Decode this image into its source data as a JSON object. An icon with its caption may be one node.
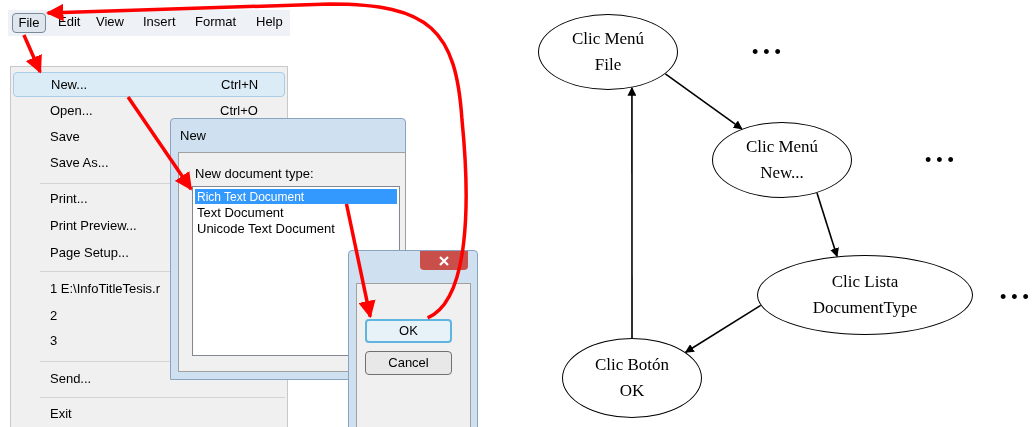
{
  "diagram": {
    "nodes": [
      {
        "text": [
          "File"
        ]
      },
      {
        "text": [
          "New...",
          "Ctrl+N"
        ]
      },
      {
        "text": [
          "Rich Text Document"
        ]
      },
      {
        "text": [
          "OK"
        ]
      },
      {
        "text": [
          "Clic Menú File"
        ]
      },
      {
        "text": [
          "Clic Menú New..."
        ]
      },
      {
        "text": [
          "Clic Lista DocumentType"
        ]
      },
      {
        "text": [
          "Clic Botón OK"
        ]
      }
    ],
    "edges": [
      {
        "from": 0,
        "to": 1,
        "arrow": "to",
        "style": "thick",
        "color": "#ff0000"
      },
      {
        "from": 1,
        "to": 2,
        "arrow": "to",
        "style": "thick",
        "color": "#ff0000"
      },
      {
        "from": 2,
        "to": 3,
        "arrow": "to",
        "style": "thick",
        "color": "#ff0000"
      },
      {
        "from": 3,
        "to": 0,
        "arrow": "to",
        "style": "thick",
        "color": "#ff0000"
      },
      {
        "from": 4,
        "to": 5,
        "arrow": "to",
        "color": "#000000"
      },
      {
        "from": 5,
        "to": 6,
        "arrow": "to",
        "color": "#000000"
      },
      {
        "from": 6,
        "to": 7,
        "arrow": "to",
        "color": "#000000"
      },
      {
        "from": 7,
        "to": 4,
        "arrow": "to",
        "color": "#000000"
      }
    ],
    "labels": [
      "Edit",
      "View",
      "Insert",
      "Format",
      "Help",
      "Open...",
      "Ctrl+O",
      "Save",
      "Save As...",
      "Print...",
      "Print Preview...",
      "Page Setup...",
      "1 E:\\InfoTitleTesis.r",
      "2",
      "3",
      "Send...",
      "Exit",
      "New",
      "New document type:",
      "Text Document",
      "Unicode Text Document",
      "Cancel",
      "• • •",
      "• • •",
      "• • •"
    ]
  }
}
